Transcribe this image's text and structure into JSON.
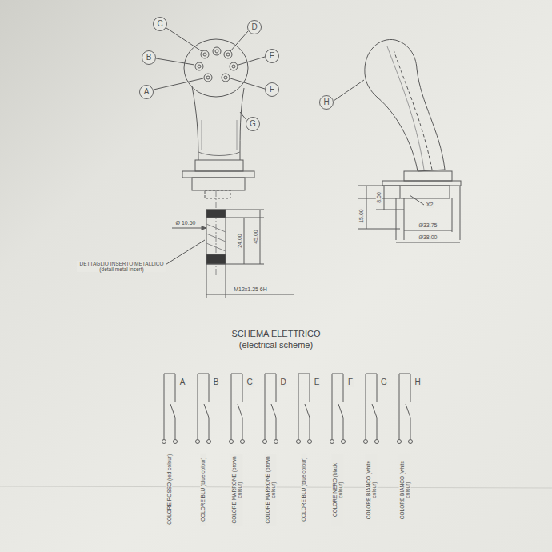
{
  "diagram": {
    "title": "SCHEMA ELETTRICO (electrical scheme)",
    "nodes": [
      {
        "text": [
          "C"
        ]
      },
      {
        "text": [
          "D"
        ]
      },
      {
        "text": [
          "B"
        ]
      },
      {
        "text": [
          "E"
        ]
      },
      {
        "text": [
          "A"
        ]
      },
      {
        "text": [
          "F"
        ]
      },
      {
        "text": [
          "G"
        ]
      },
      {
        "text": [
          "H"
        ]
      }
    ],
    "labels": [
      "Ø 10.50",
      "24.00",
      "45.00",
      "DETTAGLIO INSERTO METALLICO (detail metal insert)",
      "M12x1.25 6H",
      "15.00",
      "8.00",
      "X2",
      "Ø33.75",
      "Ø38.00",
      "A",
      "B",
      "C",
      "D",
      "E",
      "F",
      "G",
      "H",
      "COLORE ROSSO (red colour)",
      "COLORE BLU (blue colour)",
      "COLORE MARRONE (brown colour)",
      "COLORE MARRONE (brown colour)",
      "COLORE BLU (blue colour)",
      "COLORE NERO (black colour)",
      "COLORE BIANCO (white colour)",
      "COLORE BIANCO (white colour)"
    ]
  }
}
